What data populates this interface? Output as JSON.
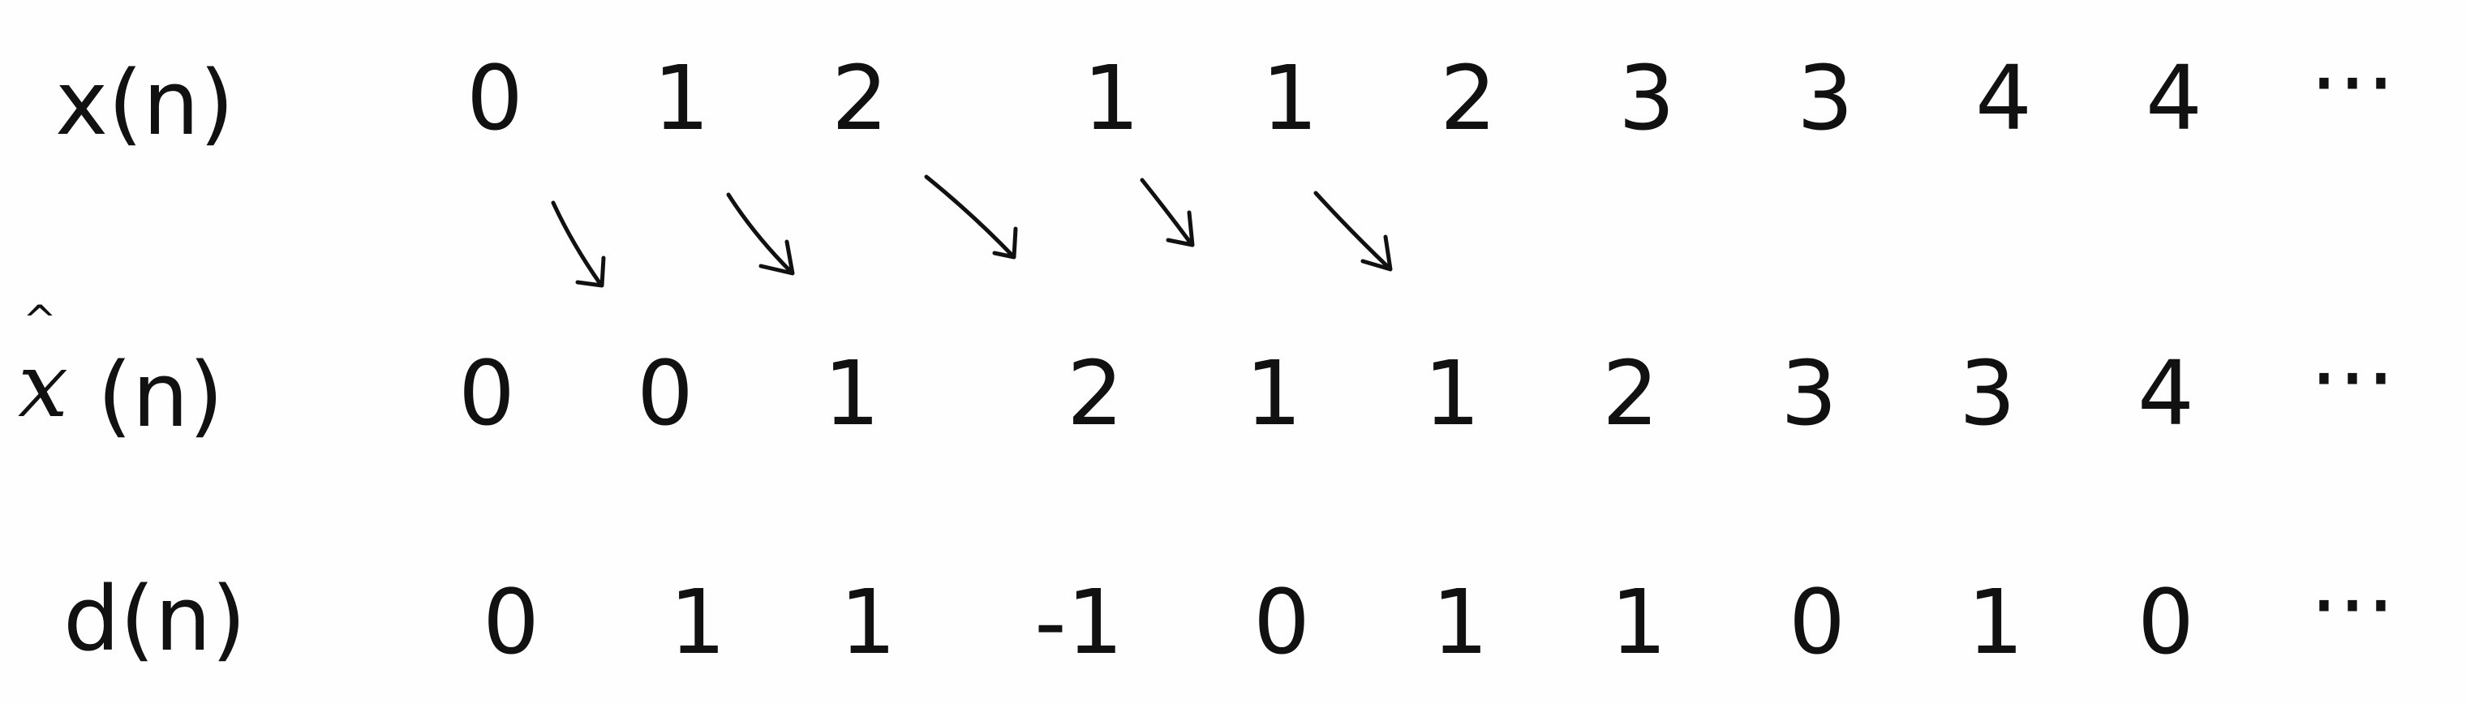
{
  "rows": {
    "x": {
      "label": "x(n)",
      "values": [
        "0",
        "1",
        "2",
        "1",
        "1",
        "2",
        "3",
        "3",
        "4",
        "4",
        "···"
      ]
    },
    "xhat": {
      "label_base": "x",
      "label_hat": "^",
      "label_suffix": "(n)",
      "values": [
        "0",
        "0",
        "1",
        "2",
        "1",
        "1",
        "2",
        "3",
        "3",
        "4",
        "···"
      ]
    },
    "d": {
      "label": "d(n)",
      "values": [
        "0",
        "1",
        "1",
        "-1",
        "0",
        "1",
        "1",
        "0",
        "1",
        "0",
        "···"
      ]
    }
  },
  "arrow_icon": "handdrawn-down-right-arrow-icon",
  "arrow_count": 5,
  "colors": {
    "ink": "#111111",
    "paper": "#fefefe"
  }
}
